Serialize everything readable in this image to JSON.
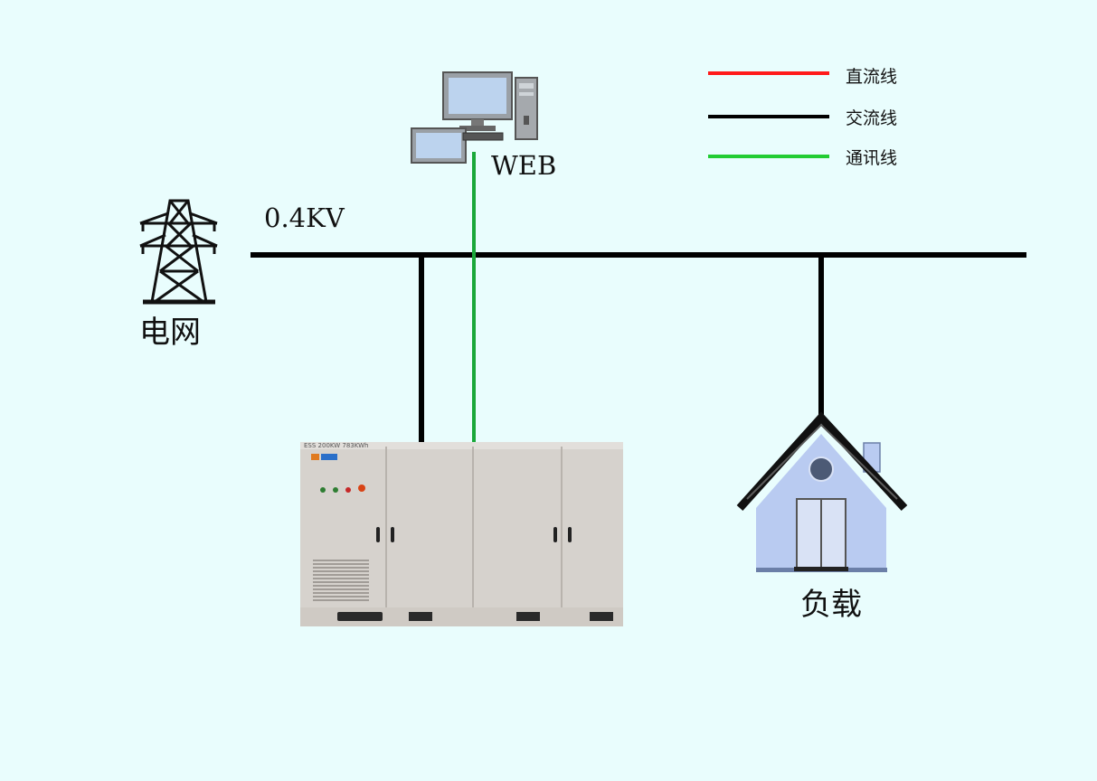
{
  "legend": {
    "items": [
      {
        "label": "直流线",
        "color": "#ff1a1a"
      },
      {
        "label": "交流线",
        "color": "#000000"
      },
      {
        "label": "通讯线",
        "color": "#22cc33"
      }
    ]
  },
  "labels": {
    "voltage": "0.4KV",
    "web": "WEB",
    "grid": "电网",
    "load": "负载"
  },
  "cabinet": {
    "nameplate": "ESS 200KW 783KWh"
  },
  "colors": {
    "background": "#e9fdfd",
    "ac_line": "#000000",
    "comm_line": "#1aa83a",
    "house": "#b9cbf1",
    "cabinet": "#d6d2cd"
  },
  "icons": [
    "computer-icon",
    "power-tower-icon",
    "house-icon",
    "ess-cabinet-image"
  ]
}
